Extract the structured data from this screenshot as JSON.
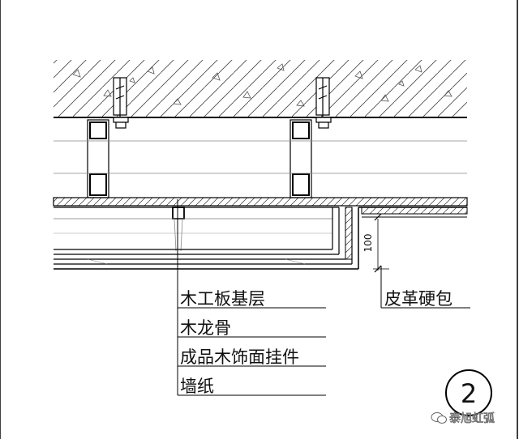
{
  "labels": {
    "left": [
      "木工板基层",
      "木龙骨",
      "成品木饰面挂件",
      "墙纸"
    ],
    "right": "皮革硬包",
    "dimension": "100",
    "detail_number": "2",
    "watermark": "泰旭虹弧"
  }
}
